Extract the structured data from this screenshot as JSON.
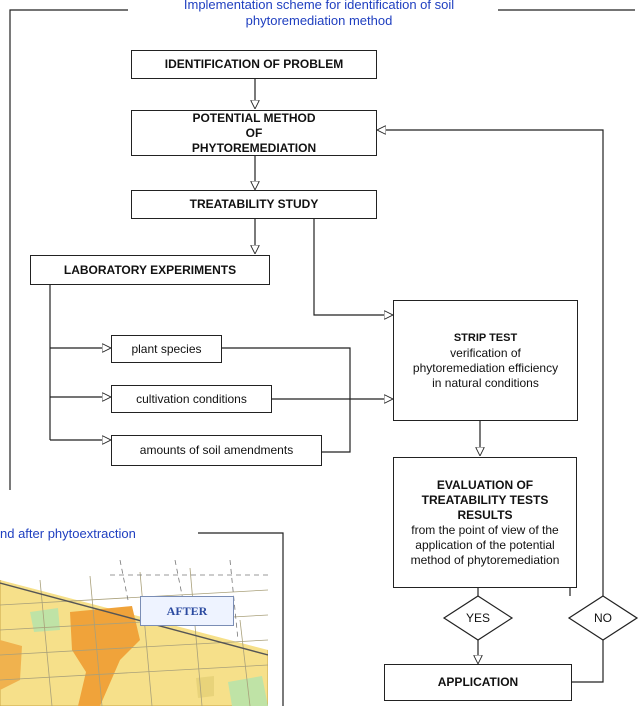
{
  "diagram": {
    "title": "Implementation scheme for identification of soil phytoremediation method",
    "nodes": {
      "identification": "IDENTIFICATION OF PROBLEM",
      "potential": "POTENTIAL METHOD OF PHYTOREMEDIATION",
      "treatability": "TREATABILITY STUDY",
      "laboratory": "LABORATORY EXPERIMENTS",
      "plant_species": "plant species",
      "cultivation": "cultivation conditions",
      "amendments": "amounts of soil amendments",
      "strip_title": "STRIP TEST",
      "strip_body": "verification of phytoremediation efficiency in natural conditions",
      "evaluation_title": "EVALUATION OF TREATABILITY TESTS RESULTS",
      "evaluation_body": "from the point of view of the application of the potential method of phytoremediation",
      "yes": "YES",
      "no": "NO",
      "application": "APPLICATION"
    }
  },
  "inset": {
    "title": "nd after phytoextraction",
    "after_label": "AFTER",
    "colors": {
      "accent_blue": "#1f3fc0",
      "map_yellow": "#f6e08a",
      "map_orange": "#f0a33a",
      "map_green": "#bfe3a6"
    }
  }
}
